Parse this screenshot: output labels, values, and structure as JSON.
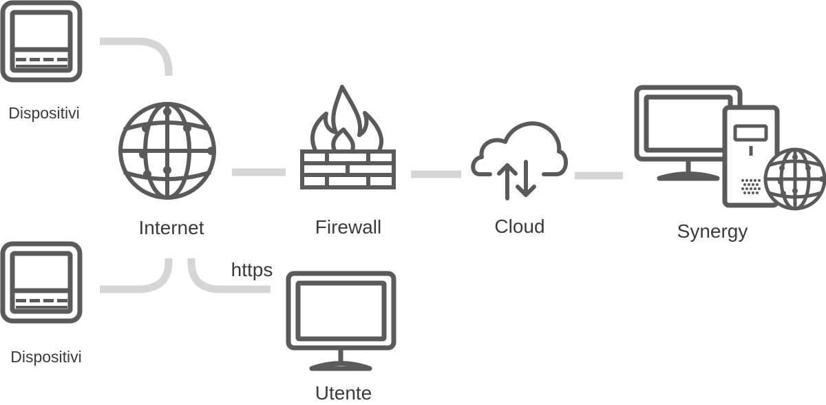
{
  "diagram": {
    "colors": {
      "icon": "#5a5a5a",
      "connector": "#d6d6d6",
      "text": "#3a3a3a"
    },
    "nodes": {
      "device_top": {
        "label": "Dispositivi",
        "icon": "device-icon"
      },
      "device_bottom": {
        "label": "Dispositivi",
        "icon": "device-icon"
      },
      "internet": {
        "label": "Internet",
        "icon": "globe-icon"
      },
      "firewall": {
        "label": "Firewall",
        "icon": "firewall-icon"
      },
      "cloud": {
        "label": "Cloud",
        "icon": "cloud-sync-icon"
      },
      "synergy": {
        "label": "Synergy",
        "icon": "server-workstation-icon"
      },
      "user": {
        "label": "Utente",
        "icon": "monitor-icon"
      }
    },
    "edges": {
      "internet_user": {
        "label": "https"
      }
    }
  }
}
